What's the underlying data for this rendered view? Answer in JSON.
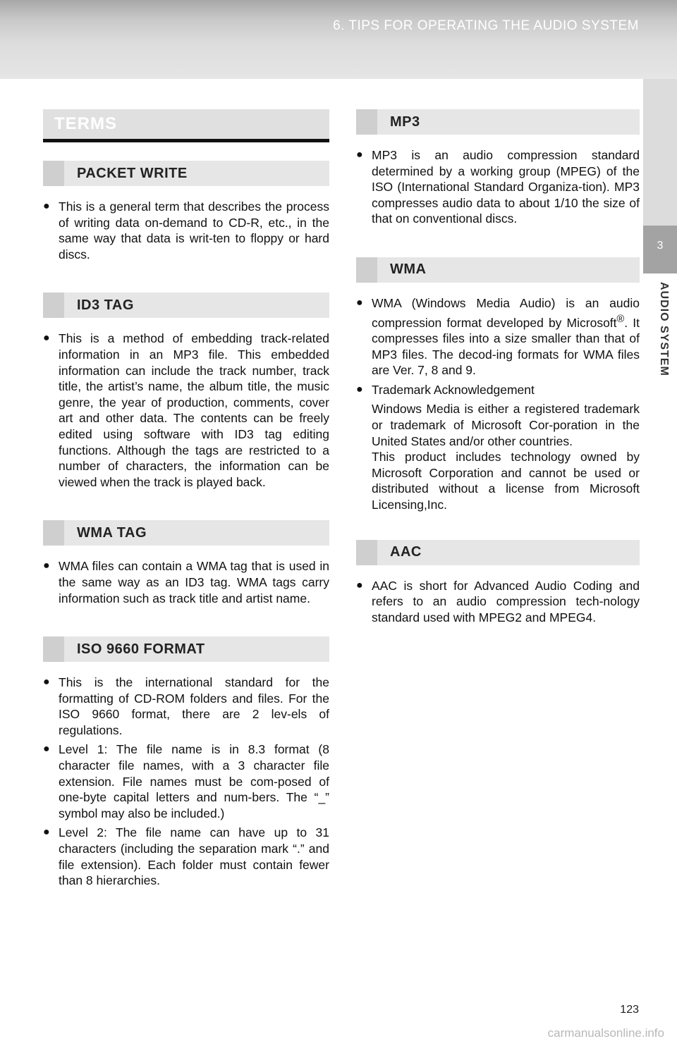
{
  "header": {
    "title": "6. TIPS FOR OPERATING THE AUDIO SYSTEM"
  },
  "side_tab": {
    "number": "3",
    "label": "AUDIO SYSTEM"
  },
  "left": {
    "terms_title": "TERMS",
    "packet_write": {
      "title": "PACKET WRITE",
      "bullets": [
        "This is a general term that describes the process of writing data on-demand to CD-R, etc., in the same way that data is writ-ten to floppy or hard discs."
      ]
    },
    "id3_tag": {
      "title": "ID3 TAG",
      "bullets": [
        "This is a method of embedding track-related information in an MP3 file. This embedded information can include the track number, track title, the artist’s name, the album title, the music genre, the year of production, comments, cover art and other data. The contents can be freely edited using software with ID3 tag editing functions. Although the tags are restricted to a number of characters, the information can be viewed when the track is played back."
      ]
    },
    "wma_tag": {
      "title": "WMA TAG",
      "bullets": [
        "WMA files can contain a WMA tag that is used in the same way as an ID3 tag. WMA tags carry information such as track title and artist name."
      ]
    },
    "iso_9660": {
      "title": "ISO 9660 FORMAT",
      "bullets": [
        "This is the international standard for the formatting of CD-ROM folders and files. For the ISO 9660 format, there are 2 lev-els of regulations.",
        "Level 1: The file name is in 8.3 format (8 character file names, with a 3 character file extension. File names must be com-posed of one-byte capital letters and num-bers. The “_” symbol may also be included.)",
        "Level 2: The file name can have up to 31 characters (including the separation mark “.” and file extension). Each folder must contain fewer than 8 hierarchies."
      ]
    }
  },
  "right": {
    "mp3": {
      "title": "MP3",
      "bullets": [
        "MP3 is an audio compression standard determined by a working group (MPEG) of the ISO (International Standard Organiza-tion). MP3 compresses audio data to about 1/10 the size of that on conventional discs."
      ]
    },
    "wma": {
      "title": "WMA",
      "bullet1_pre": "WMA (Windows Media Audio) is an audio compression format developed by Microsoft",
      "bullet1_sup": "®",
      "bullet1_post": ". It compresses files into a size smaller than that of MP3 files. The decod-ing formats for WMA files are Ver. 7, 8 and 9.",
      "bullet2": "Trademark Acknowledgement",
      "para1": "Windows Media is either a registered trademark or trademark of Microsoft Cor-poration in the United States and/or other countries.",
      "para2": "This product includes technology owned by Microsoft Corporation and cannot be used or distributed without a license from Microsoft Licensing,Inc."
    },
    "aac": {
      "title": "AAC",
      "bullets": [
        "AAC is short for Advanced Audio Coding and refers to an audio compression tech-nology standard used with MPEG2 and MPEG4."
      ]
    }
  },
  "bullet_glyph": "●",
  "page_number": "123",
  "watermark": "carmanualsonline.info"
}
